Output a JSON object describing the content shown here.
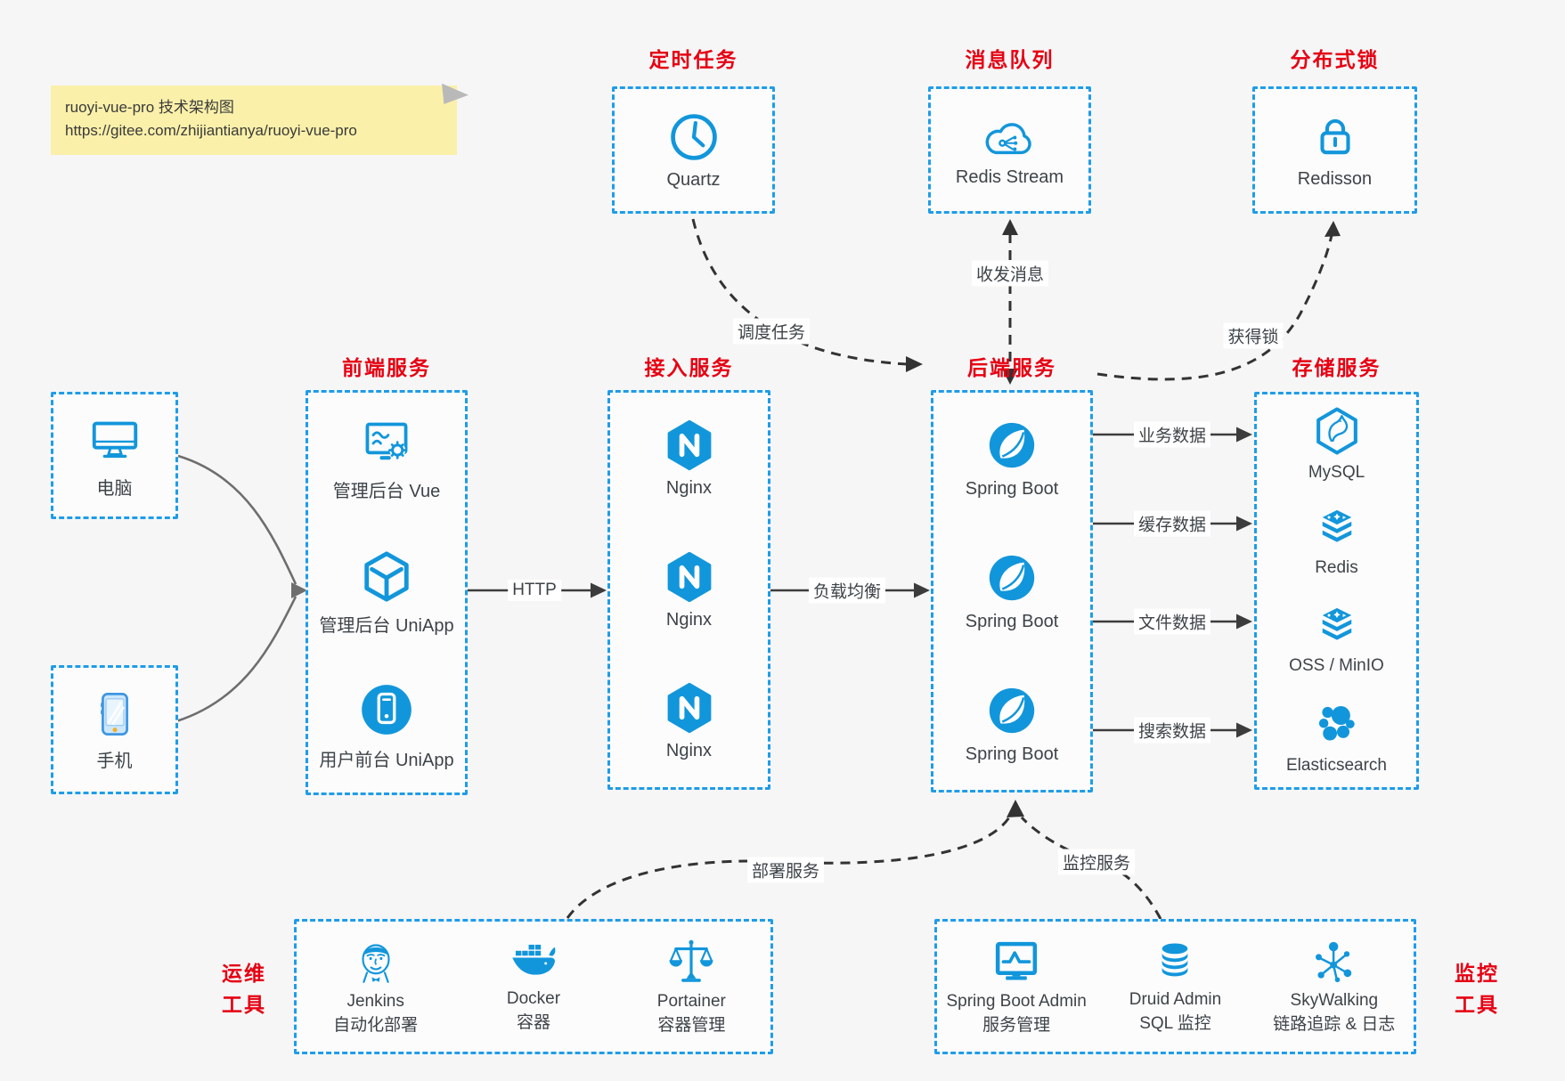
{
  "colors": {
    "accent_blue": "#1296db",
    "border_blue": "#1f9ce9",
    "title_red": "#e60012",
    "note_yellow": "#faf0a9",
    "line_dark": "#3c3c3c"
  },
  "note": {
    "title": "ruoyi-vue-pro 技术架构图",
    "url": "https://gitee.com/zhijiantianya/ruoyi-vue-pro"
  },
  "top_groups": {
    "scheduler": {
      "title": "定时任务",
      "item": {
        "label": "Quartz",
        "icon": "clock-icon"
      }
    },
    "mq": {
      "title": "消息队列",
      "item": {
        "label": "Redis Stream",
        "icon": "cloud-stream-icon"
      }
    },
    "lock": {
      "title": "分布式锁",
      "item": {
        "label": "Redisson",
        "icon": "lock-icon"
      }
    }
  },
  "clients": {
    "computer": {
      "label": "电脑",
      "icon": "desktop-icon"
    },
    "phone": {
      "label": "手机",
      "icon": "smartphone-icon"
    }
  },
  "columns": {
    "frontend": {
      "title": "前端服务",
      "items": [
        {
          "label": "管理后台 Vue",
          "icon": "admin-vue-icon"
        },
        {
          "label": "管理后台 UniApp",
          "icon": "uniapp-cube-icon"
        },
        {
          "label": "用户前台 UniApp",
          "icon": "user-app-icon"
        }
      ]
    },
    "gateway": {
      "title": "接入服务",
      "items": [
        {
          "label": "Nginx",
          "icon": "nginx-icon"
        },
        {
          "label": "Nginx",
          "icon": "nginx-icon"
        },
        {
          "label": "Nginx",
          "icon": "nginx-icon"
        }
      ]
    },
    "backend": {
      "title": "后端服务",
      "items": [
        {
          "label": "Spring Boot",
          "icon": "spring-icon"
        },
        {
          "label": "Spring Boot",
          "icon": "spring-icon"
        },
        {
          "label": "Spring Boot",
          "icon": "spring-icon"
        }
      ]
    },
    "storage": {
      "title": "存储服务",
      "items": [
        {
          "label": "MySQL",
          "icon": "mysql-icon"
        },
        {
          "label": "Redis",
          "icon": "layer-stack-icon"
        },
        {
          "label": "OSS / MinIO",
          "icon": "layer-stack-icon"
        },
        {
          "label": "Elasticsearch",
          "icon": "elasticsearch-icon"
        }
      ]
    }
  },
  "bottom_groups": {
    "ops": {
      "title_line1": "运维",
      "title_line2": "工具",
      "items": [
        {
          "name": "Jenkins",
          "desc": "自动化部署",
          "icon": "jenkins-icon"
        },
        {
          "name": "Docker",
          "desc": "容器",
          "icon": "docker-icon"
        },
        {
          "name": "Portainer",
          "desc": "容器管理",
          "icon": "portainer-icon"
        }
      ]
    },
    "monitoring": {
      "title_line1": "监控",
      "title_line2": "工具",
      "items": [
        {
          "name": "Spring Boot Admin",
          "desc": "服务管理",
          "icon": "sba-monitor-icon"
        },
        {
          "name": "Druid Admin",
          "desc": "SQL 监控",
          "icon": "druid-db-icon"
        },
        {
          "name": "SkyWalking",
          "desc": "链路追踪 & 日志",
          "icon": "skywalking-icon"
        }
      ]
    }
  },
  "edge_labels": {
    "http": "HTTP",
    "load_balance": "负载均衡",
    "schedule_task": "调度任务",
    "send_receive": "收发消息",
    "acquire_lock": "获得锁",
    "business_data": "业务数据",
    "cache_data": "缓存数据",
    "file_data": "文件数据",
    "search_data": "搜索数据",
    "deploy_service": "部署服务",
    "monitor_service": "监控服务"
  }
}
